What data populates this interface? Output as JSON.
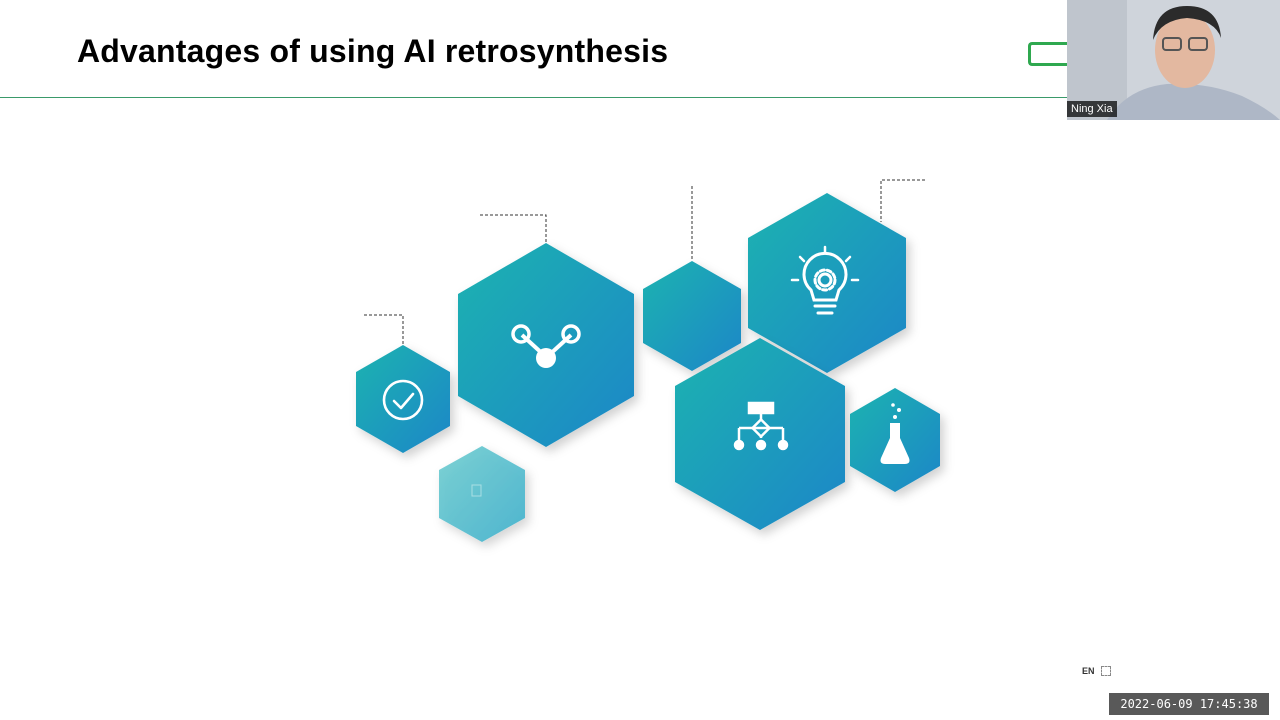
{
  "slide": {
    "title": "Advantages of using AI retrosynthesis",
    "rule_color": "#3a9a6a",
    "logo_color": "#2fa84f"
  },
  "hexagon_graphic": {
    "gradient_colors": [
      "#20b3b0",
      "#1a86c8"
    ],
    "light_gradient_colors": [
      "#6fcdd0",
      "#3fb0cc"
    ],
    "icons": [
      "checkmark-icon",
      "molecule-nodes-icon",
      "lightbulb-gear-icon",
      "hierarchy-tree-icon",
      "flask-icon"
    ]
  },
  "video": {
    "participant_name": "Ning Xia"
  },
  "status_bar": {
    "language_label": "EN",
    "timestamp": "2022-06-09 17:45:38"
  }
}
